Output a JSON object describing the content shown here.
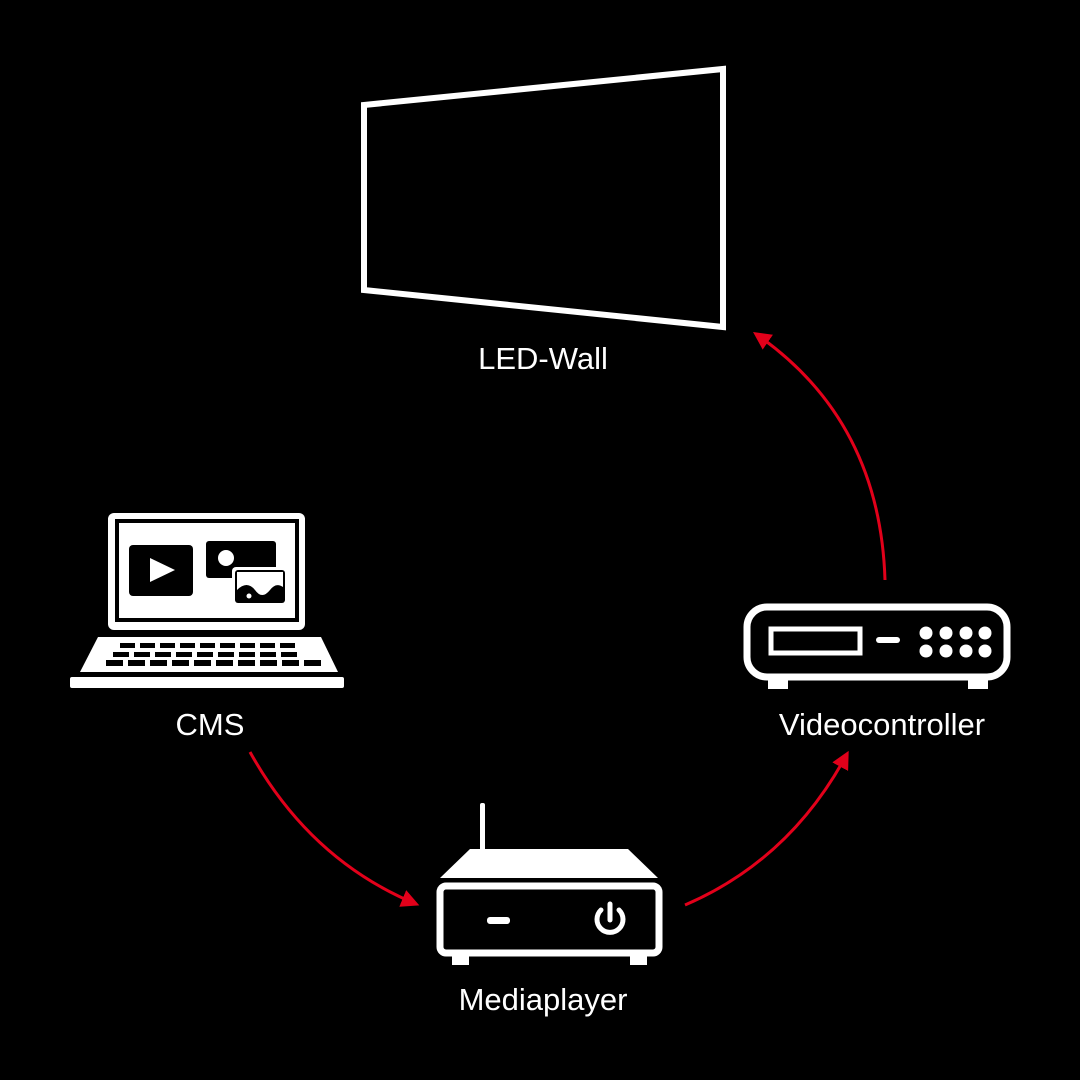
{
  "nodes": {
    "led_wall": {
      "label": "LED-Wall",
      "icon": "led-wall-icon"
    },
    "cms": {
      "label": "CMS",
      "icon": "laptop-icon"
    },
    "mediaplayer": {
      "label": "Mediaplayer",
      "icon": "mediaplayer-icon"
    },
    "videocontroller": {
      "label": "Videocontroller",
      "icon": "videocontroller-icon"
    }
  },
  "edges": [
    {
      "from": "CMS",
      "to": "Mediaplayer"
    },
    {
      "from": "Mediaplayer",
      "to": "Videocontroller"
    },
    {
      "from": "Videocontroller",
      "to": "LED-Wall"
    }
  ],
  "colors": {
    "background": "#000000",
    "foreground": "#ffffff",
    "arrow": "#e2001a"
  }
}
